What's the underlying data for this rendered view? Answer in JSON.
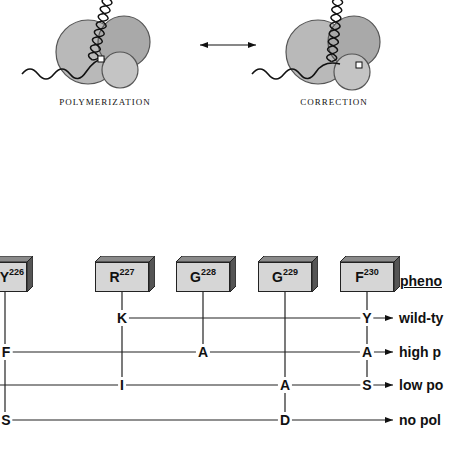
{
  "diagram": {
    "nodes": [
      {
        "text": [
          "Y",
          "226"
        ]
      },
      {
        "text": [
          "R",
          "227"
        ]
      },
      {
        "text": [
          "G",
          "228"
        ]
      },
      {
        "text": [
          "G",
          "229"
        ]
      },
      {
        "text": [
          "F",
          "230"
        ]
      }
    ],
    "labels": [
      "POLYMERIZATION",
      "CORRECTION",
      "pheno",
      "K",
      "Y",
      "wild-ty",
      "F",
      "A",
      "A",
      "high p",
      "I",
      "A",
      "S",
      "low po",
      "S",
      "D",
      "no pol"
    ]
  }
}
